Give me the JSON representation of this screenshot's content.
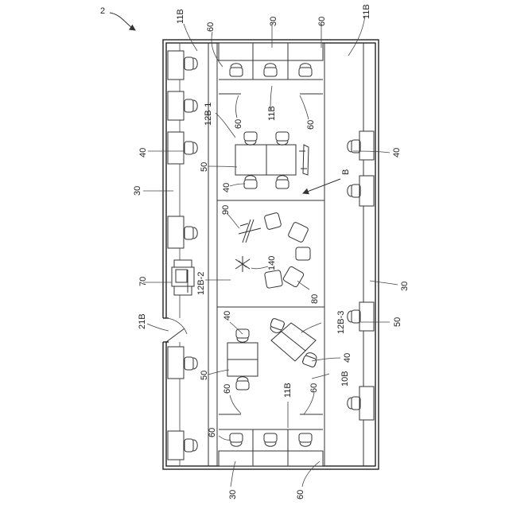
{
  "figure": {
    "number": "2",
    "labels": {
      "ceiling_11b": "11B",
      "partition_60": "60",
      "cubicle_30": "30",
      "area_12b1": "12B-1",
      "area_12b2": "12B-2",
      "area_12b3": "12B-3",
      "table_40": "40",
      "table_50": "50",
      "view_b": "B",
      "stand_90": "90",
      "hanger_140": "140",
      "sofa_80": "80",
      "printer_70": "70",
      "door_21b": "21B",
      "wall_10b": "10B"
    }
  }
}
